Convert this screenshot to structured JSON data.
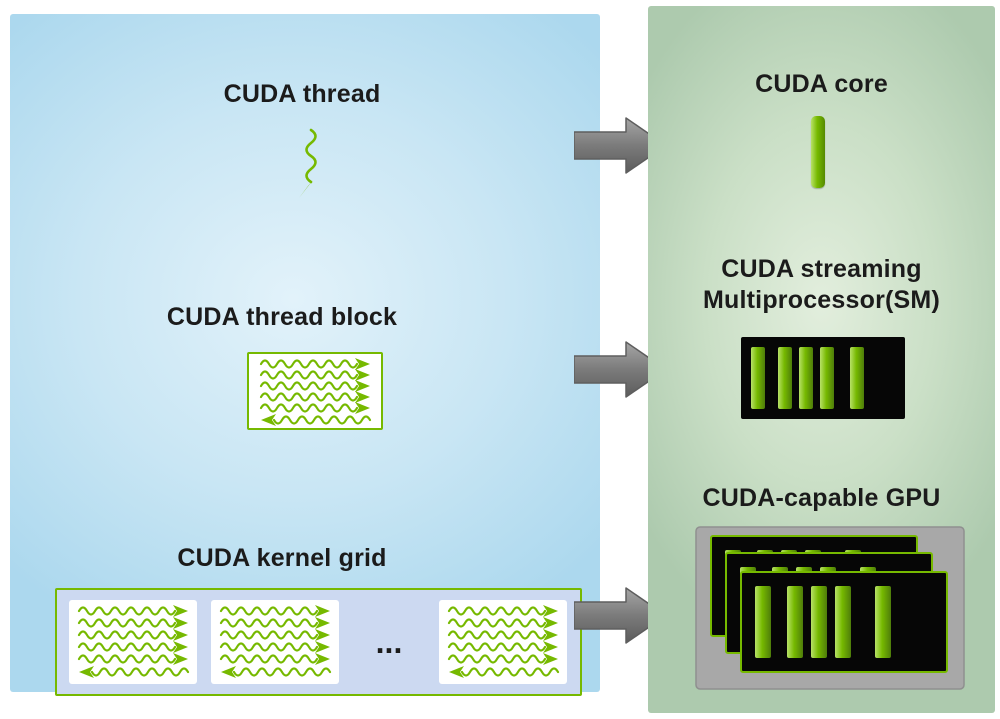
{
  "diagram": {
    "left_panel": {
      "thread_label": "CUDA thread",
      "block_label": "CUDA thread block",
      "grid_label": "CUDA kernel grid",
      "grid_ellipsis": "..."
    },
    "right_panel": {
      "core_label": "CUDA core",
      "sm_label_line1": "CUDA streaming",
      "sm_label_line2": "Multiprocessor(SM)",
      "gpu_label": "CUDA-capable GPU"
    }
  },
  "icons": {
    "thread": "green-squiggle-arrow-icon",
    "thread_block": "squiggle-arrow-block-icon",
    "kernel_grid": "blocks-row-with-ellipsis-icon",
    "core": "green-bar-icon",
    "sm": "black-box-with-green-bars-icon",
    "gpu": "stacked-sm-cards-on-gray-icon",
    "mapping_arrow": "right-arrow-icon"
  },
  "colors": {
    "nvidia_green": "#76b900",
    "left_panel_center": "#e2f2fa",
    "left_panel_edge": "#acd8ee",
    "right_panel_center": "#e2eedd",
    "right_panel_edge": "#adcaae",
    "arrow_gray": "#787878",
    "device_black": "#060606",
    "gpu_gray": "#a8a8a8",
    "grid_fill": "#ccd9f1",
    "text": "#1b1b1b",
    "background": "#ffffff"
  }
}
